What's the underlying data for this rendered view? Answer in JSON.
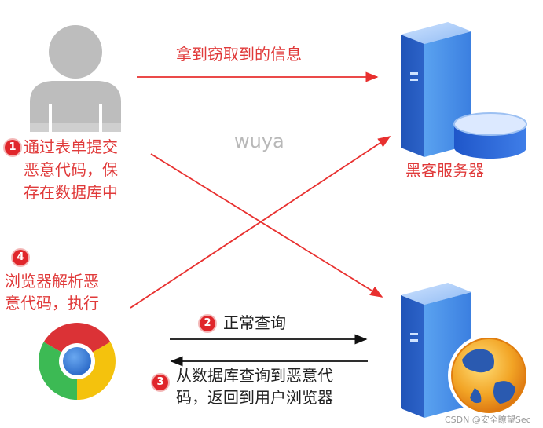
{
  "top_arrow_label": "拿到窃取到的信息",
  "hacker_server_label": "黑客服务器",
  "watermark": "wuya",
  "steps": [
    {
      "number": "1",
      "lines": [
        "通过表单提交",
        "恶意代码，保",
        "存在数据库中"
      ]
    },
    {
      "number": "2",
      "lines": [
        "正常查询"
      ]
    },
    {
      "number": "3",
      "lines": [
        "从数据库查询到恶意代",
        "码，返回到用户浏览器"
      ]
    },
    {
      "number": "4",
      "lines": [
        "浏览器解析恶",
        "意代码，执行"
      ]
    }
  ],
  "credit": "CSDN @安全瞭望Sec",
  "colors": {
    "arrow": "#e8302f",
    "text": "#e03a3a",
    "badge": "#e0262b"
  },
  "icons": [
    "user-icon",
    "hacker-server-icon",
    "database-icon",
    "web-server-icon",
    "globe-icon",
    "chrome-browser-icon"
  ]
}
